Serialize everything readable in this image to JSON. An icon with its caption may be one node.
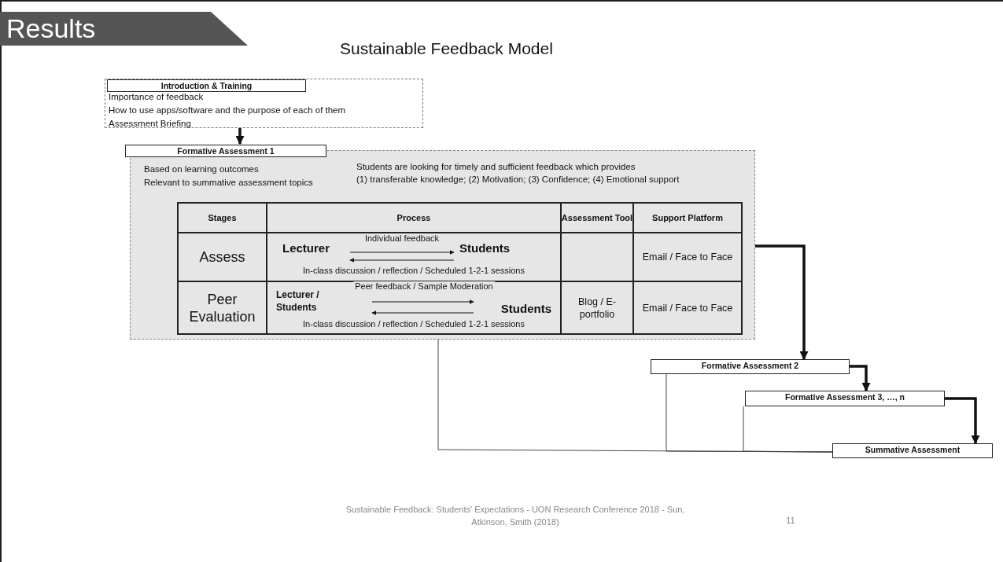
{
  "diagram": {
    "title": "Sustainable Feedback Model",
    "nodes": [
      {
        "text": [
          "Importance of feedback",
          "How to use apps/software and the purpose of each of them",
          "Assessment Briefing"
        ]
      },
      {
        "text": [
          "Introduction & Training"
        ],
        "in": 0
      },
      {
        "text": [
          "Based on learning outcomes",
          "Relevant to summative assessment topics",
          "Students are looking for timely and sufficient feedback which provides",
          "(1) transferable knowledge; (2) Motivation; (3) Confidence; (4) Emotional support"
        ]
      },
      {
        "text": [
          "Formative Assessment 1"
        ],
        "in": 2
      },
      {
        "text": [
          "Lecturer"
        ],
        "in": 2
      },
      {
        "text": [
          "Students"
        ],
        "in": 2
      },
      {
        "text": [
          "Lecturer / Students"
        ],
        "in": 2
      },
      {
        "text": [
          "Students"
        ],
        "in": 2
      },
      {
        "text": [
          "Formative Assessment 2"
        ]
      },
      {
        "text": [
          "Formative Assessment 3, …, n"
        ]
      },
      {
        "text": [
          "Summative Assessment"
        ]
      }
    ],
    "edges": [
      {
        "from": 0,
        "to": 3,
        "arrow": "to",
        "style": "thick"
      },
      {
        "from": 4,
        "to": 5,
        "arrow": "to",
        "label": "Individual feedback"
      },
      {
        "from": 5,
        "to": 4,
        "arrow": "to"
      },
      {
        "from": 6,
        "to": 7,
        "arrow": "to",
        "label": "Peer feedback / Sample Moderation"
      },
      {
        "from": 7,
        "to": 6,
        "arrow": "to"
      },
      {
        "from": 2,
        "to": 8,
        "arrow": "to",
        "style": "thick"
      },
      {
        "from": 8,
        "to": 9,
        "arrow": "to",
        "style": "thick"
      },
      {
        "from": 9,
        "to": 10,
        "arrow": "to",
        "style": "thick"
      },
      {
        "from": 2,
        "to": 10,
        "arrow": "none"
      },
      {
        "from": 8,
        "to": 10,
        "arrow": "none"
      },
      {
        "from": 9,
        "to": 10,
        "arrow": "none"
      }
    ],
    "labels": [
      "Results",
      "Stages",
      "Process",
      "Assessment Tool",
      "Support Platform",
      "Assess",
      "In-class discussion / reflection / Scheduled 1-2-1 sessions",
      "Email / Face to Face",
      "Peer Evaluation",
      "In-class discussion / reflection / Scheduled 1-2-1 sessions",
      "Blog / E-portfolio",
      "Email / Face to Face",
      "Sustainable Feedback: Students' Expectations - UON Research Conference 2018 - Sun, Atkinson, Smith (2018)",
      "11"
    ]
  }
}
